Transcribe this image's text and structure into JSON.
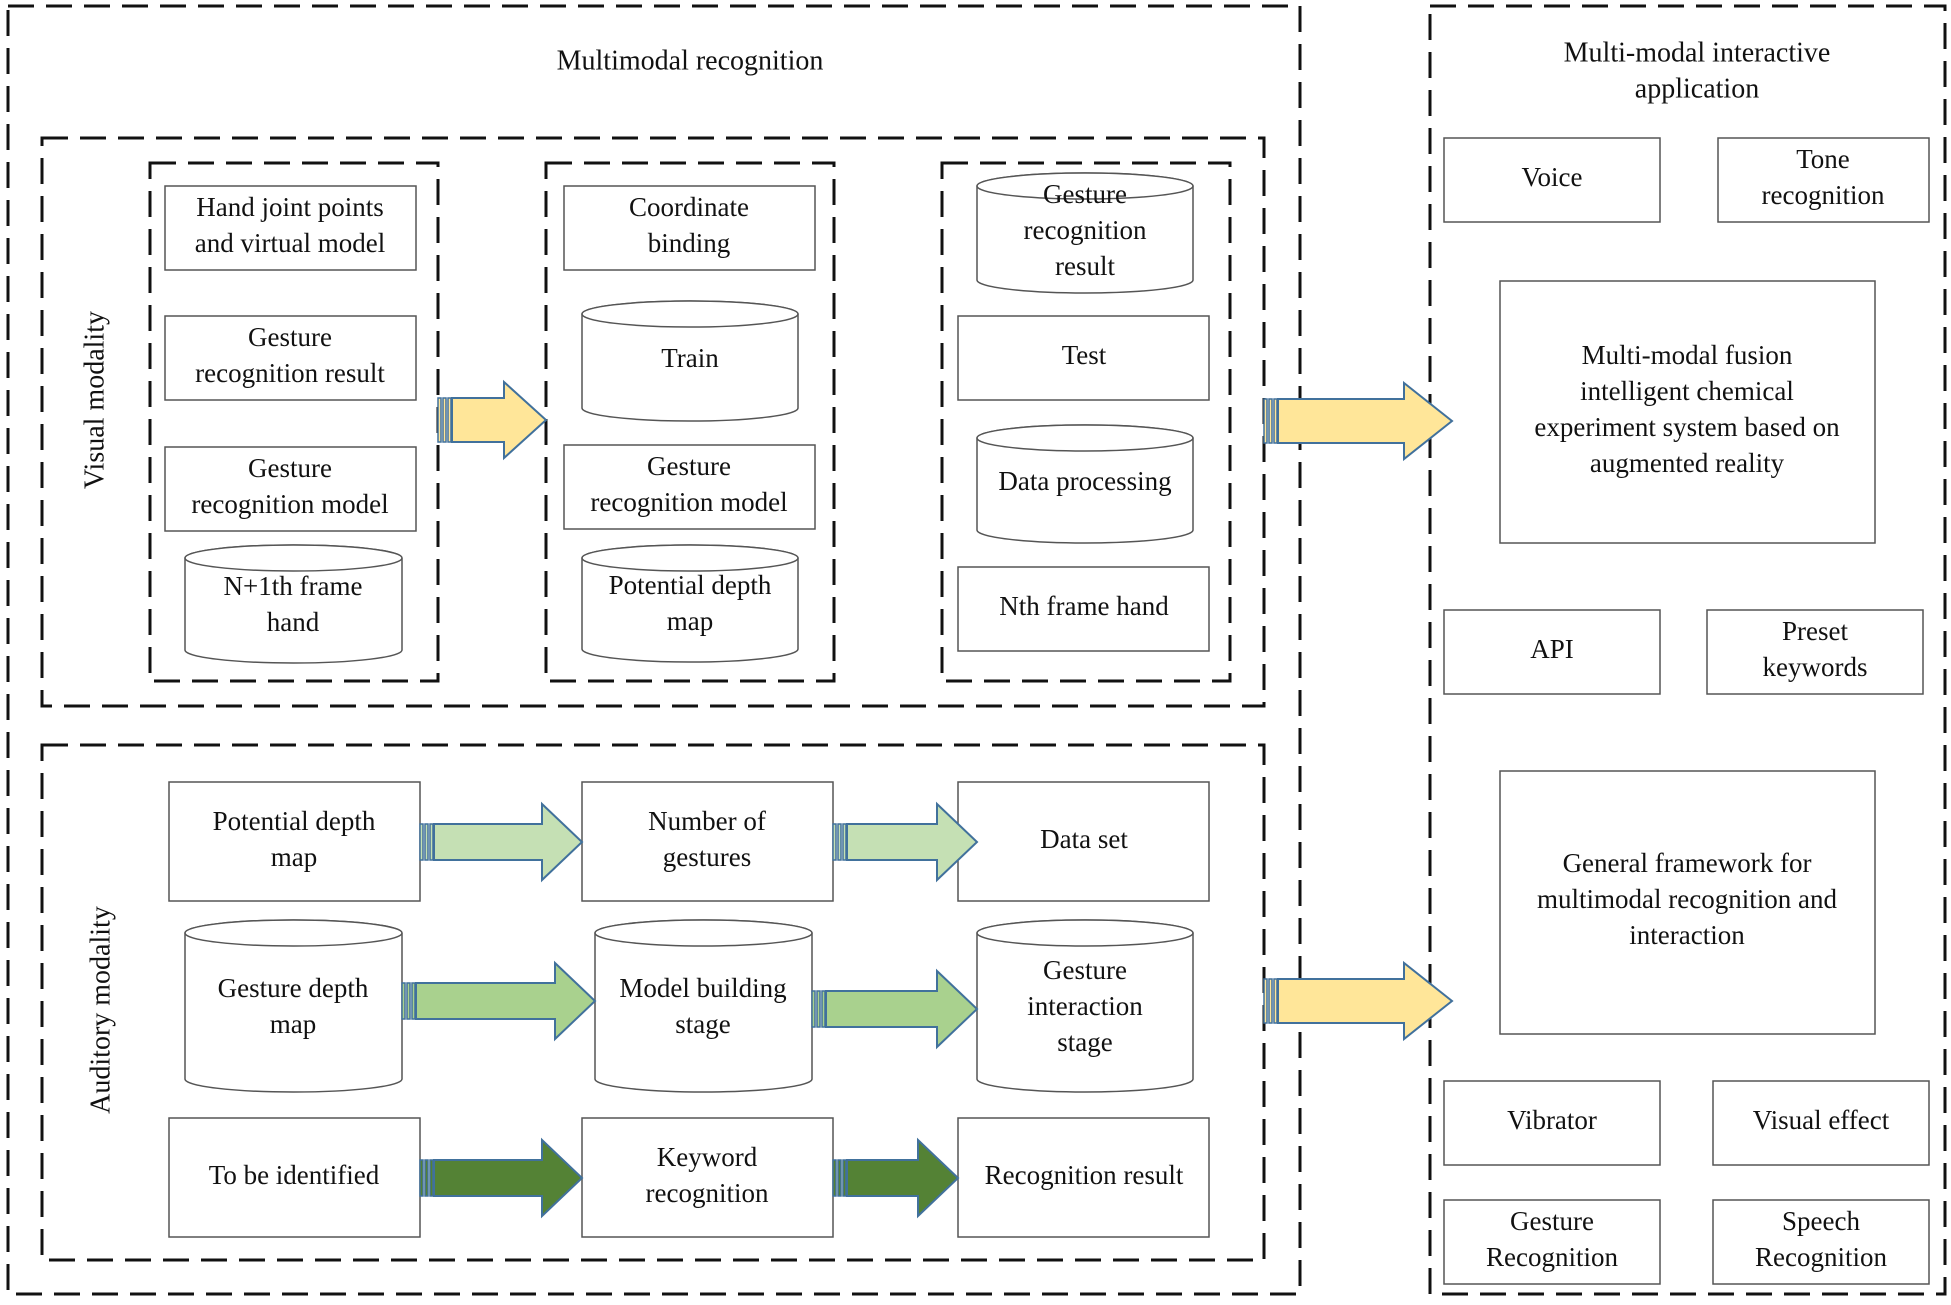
{
  "titles": {
    "multimodal_recognition": "Multimodal recognition",
    "interactive_application": [
      "Multi-modal interactive",
      "application"
    ],
    "visual_modality": "Visual modality",
    "auditory_modality": "Auditory modality"
  },
  "visual": {
    "group1": {
      "hand_joint_points": [
        "Hand joint points",
        "and virtual model"
      ],
      "gesture_recognition_result": [
        "Gesture",
        "recognition result"
      ],
      "gesture_recognition_model": [
        "Gesture",
        "recognition model"
      ],
      "n1th_frame_hand": [
        "N+1th frame",
        "hand"
      ]
    },
    "group2": {
      "coordinate_binding": [
        "Coordinate",
        "binding"
      ],
      "train": [
        "Train"
      ],
      "gesture_recognition_model": [
        "Gesture",
        "recognition model"
      ],
      "potential_depth_map": [
        "Potential depth",
        "map"
      ]
    },
    "group3": {
      "gesture_recognition_result": [
        "Gesture",
        "recognition",
        "result"
      ],
      "test": [
        "Test"
      ],
      "data_processing": [
        "Data processing"
      ],
      "nth_frame_hand": [
        "Nth frame hand"
      ]
    }
  },
  "auditory": {
    "row1": {
      "potential_depth_map": [
        "Potential depth",
        "map"
      ],
      "number_of_gestures": [
        "Number of",
        "gestures"
      ],
      "data_set": [
        "Data set"
      ]
    },
    "row2": {
      "gesture_depth_map": [
        "Gesture depth",
        "map"
      ],
      "model_building_stage": [
        "Model building",
        "stage"
      ],
      "gesture_interaction_stage": [
        "Gesture",
        "interaction",
        "stage"
      ]
    },
    "row3": {
      "to_be_identified": [
        "To be identified"
      ],
      "keyword_recognition": [
        "Keyword",
        "recognition"
      ],
      "recognition_result": [
        "Recognition result"
      ]
    }
  },
  "application": {
    "voice": [
      "Voice"
    ],
    "tone_recognition": [
      "Tone",
      "recognition"
    ],
    "fusion_system": [
      "Multi-modal fusion",
      "intelligent chemical",
      "experiment system based on",
      "augmented reality"
    ],
    "api": [
      "API"
    ],
    "preset_keywords": [
      "Preset",
      "keywords"
    ],
    "general_framework": [
      "General framework for",
      "multimodal recognition and",
      "interaction"
    ],
    "vibrator": [
      "Vibrator"
    ],
    "visual_effect": [
      "Visual effect"
    ],
    "gesture_recognition": [
      "Gesture",
      "Recognition"
    ],
    "speech_recognition": [
      "Speech",
      "Recognition"
    ]
  },
  "colors": {
    "arrow_yellow": "#ffe699",
    "arrow_light_green": "#c5e0b4",
    "arrow_mid_green": "#a9d18e",
    "arrow_dark_green": "#548235",
    "arrow_outline": "#41719c",
    "dash_stroke": "#111111"
  }
}
